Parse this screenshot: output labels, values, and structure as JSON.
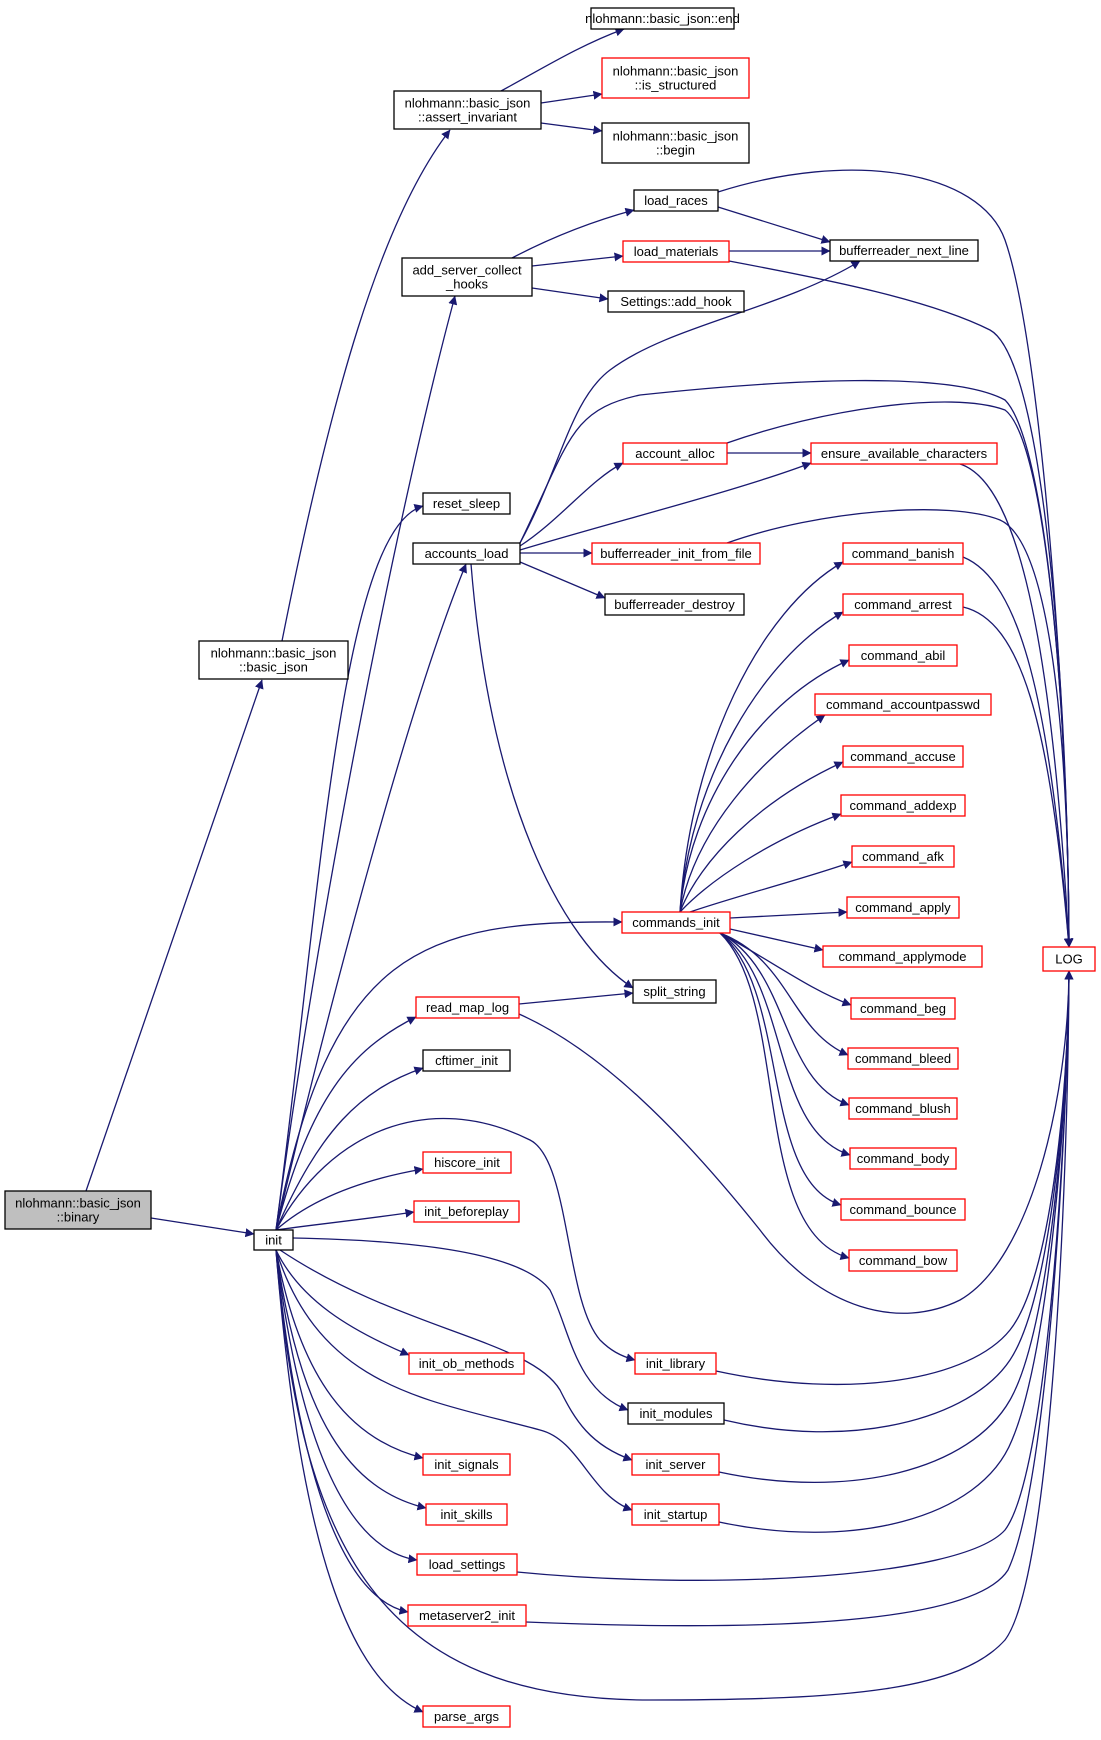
{
  "diagram": {
    "type": "call-graph",
    "colors": {
      "edge": "#191970",
      "node_border_documented": "#000000",
      "node_border_truncated": "#ff0000",
      "root_fill": "#bfbfbf",
      "node_fill": "#ffffff"
    },
    "nodes": {
      "binary": {
        "lines": [
          "nlohmann::basic_json",
          "::binary"
        ],
        "style": "root"
      },
      "basic_json": {
        "lines": [
          "nlohmann::basic_json",
          "::basic_json"
        ],
        "style": "black"
      },
      "init": {
        "lines": [
          "init"
        ],
        "style": "black"
      },
      "assert_invariant": {
        "lines": [
          "nlohmann::basic_json",
          "::assert_invariant"
        ],
        "style": "black"
      },
      "json_end": {
        "lines": [
          "nlohmann::basic_json::end"
        ],
        "style": "black"
      },
      "is_structured": {
        "lines": [
          "nlohmann::basic_json",
          "::is_structured"
        ],
        "style": "red"
      },
      "json_begin": {
        "lines": [
          "nlohmann::basic_json",
          "::begin"
        ],
        "style": "black"
      },
      "add_server_collect_hooks": {
        "lines": [
          "add_server_collect",
          "_hooks"
        ],
        "style": "black"
      },
      "load_races": {
        "lines": [
          "load_races"
        ],
        "style": "black"
      },
      "load_materials": {
        "lines": [
          "load_materials"
        ],
        "style": "red"
      },
      "settings_add_hook": {
        "lines": [
          "Settings::add_hook"
        ],
        "style": "black"
      },
      "bufferreader_next_line": {
        "lines": [
          "bufferreader_next_line"
        ],
        "style": "black"
      },
      "reset_sleep": {
        "lines": [
          "reset_sleep"
        ],
        "style": "black"
      },
      "accounts_load": {
        "lines": [
          "accounts_load"
        ],
        "style": "black"
      },
      "account_alloc": {
        "lines": [
          "account_alloc"
        ],
        "style": "red"
      },
      "ensure_available_characters": {
        "lines": [
          "ensure_available_characters"
        ],
        "style": "red"
      },
      "bufferreader_init_from_file": {
        "lines": [
          "bufferreader_init_from_file"
        ],
        "style": "red"
      },
      "bufferreader_destroy": {
        "lines": [
          "bufferreader_destroy"
        ],
        "style": "black"
      },
      "commands_init": {
        "lines": [
          "commands_init"
        ],
        "style": "red"
      },
      "split_string": {
        "lines": [
          "split_string"
        ],
        "style": "black"
      },
      "read_map_log": {
        "lines": [
          "read_map_log"
        ],
        "style": "red"
      },
      "cftimer_init": {
        "lines": [
          "cftimer_init"
        ],
        "style": "black"
      },
      "hiscore_init": {
        "lines": [
          "hiscore_init"
        ],
        "style": "red"
      },
      "init_beforeplay": {
        "lines": [
          "init_beforeplay"
        ],
        "style": "red"
      },
      "init_ob_methods": {
        "lines": [
          "init_ob_methods"
        ],
        "style": "red"
      },
      "init_library": {
        "lines": [
          "init_library"
        ],
        "style": "red"
      },
      "init_modules": {
        "lines": [
          "init_modules"
        ],
        "style": "black"
      },
      "init_server": {
        "lines": [
          "init_server"
        ],
        "style": "red"
      },
      "init_signals": {
        "lines": [
          "init_signals"
        ],
        "style": "red"
      },
      "init_skills": {
        "lines": [
          "init_skills"
        ],
        "style": "red"
      },
      "init_startup": {
        "lines": [
          "init_startup"
        ],
        "style": "red"
      },
      "load_settings": {
        "lines": [
          "load_settings"
        ],
        "style": "red"
      },
      "metaserver2_init": {
        "lines": [
          "metaserver2_init"
        ],
        "style": "red"
      },
      "parse_args": {
        "lines": [
          "parse_args"
        ],
        "style": "red"
      },
      "command_banish": {
        "lines": [
          "command_banish"
        ],
        "style": "red"
      },
      "command_arrest": {
        "lines": [
          "command_arrest"
        ],
        "style": "red"
      },
      "command_abil": {
        "lines": [
          "command_abil"
        ],
        "style": "red"
      },
      "command_accountpasswd": {
        "lines": [
          "command_accountpasswd"
        ],
        "style": "red"
      },
      "command_accuse": {
        "lines": [
          "command_accuse"
        ],
        "style": "red"
      },
      "command_addexp": {
        "lines": [
          "command_addexp"
        ],
        "style": "red"
      },
      "command_afk": {
        "lines": [
          "command_afk"
        ],
        "style": "red"
      },
      "command_apply": {
        "lines": [
          "command_apply"
        ],
        "style": "red"
      },
      "command_applymode": {
        "lines": [
          "command_applymode"
        ],
        "style": "red"
      },
      "command_beg": {
        "lines": [
          "command_beg"
        ],
        "style": "red"
      },
      "command_bleed": {
        "lines": [
          "command_bleed"
        ],
        "style": "red"
      },
      "command_blush": {
        "lines": [
          "command_blush"
        ],
        "style": "red"
      },
      "command_body": {
        "lines": [
          "command_body"
        ],
        "style": "red"
      },
      "command_bounce": {
        "lines": [
          "command_bounce"
        ],
        "style": "red"
      },
      "command_bow": {
        "lines": [
          "command_bow"
        ],
        "style": "red"
      },
      "log": {
        "lines": [
          "LOG"
        ],
        "style": "red"
      }
    }
  }
}
